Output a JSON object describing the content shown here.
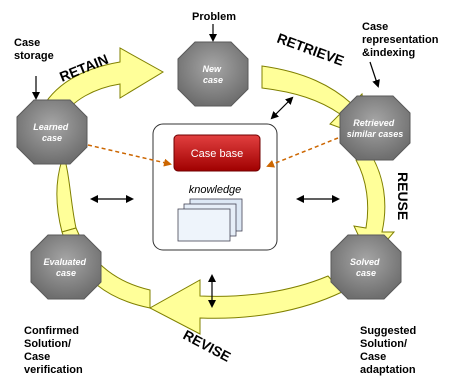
{
  "stages": {
    "retain": "RETAIN",
    "retrieve": "RETRIEVE",
    "reuse": "REUSE",
    "revise": "REVISE"
  },
  "nodes": {
    "new_case": [
      "New",
      "case"
    ],
    "retrieved": [
      "Retrieved",
      "similar cases"
    ],
    "solved": [
      "Solved",
      "case"
    ],
    "evaluated": [
      "Evaluated",
      "case"
    ],
    "learned": [
      "Learned",
      "case"
    ]
  },
  "labels": {
    "problem": "Problem",
    "case_storage": [
      "Case",
      "storage"
    ],
    "case_representation": [
      "Case",
      "representation",
      "&indexing"
    ],
    "confirmed": [
      "Confirmed",
      "Solution/",
      "Case",
      "verification"
    ],
    "suggested": [
      "Suggested",
      "Solution/",
      "Case",
      "adaptation"
    ]
  },
  "center": {
    "case_base": "Case base",
    "knowledge": "knowledge"
  },
  "colors": {
    "arrow_fill": "#ffff99",
    "arrow_stroke": "#808000",
    "node_fill": "#8c8c8c",
    "case_base_fill": "#c00000",
    "dashed_arrow": "#cc6600"
  }
}
